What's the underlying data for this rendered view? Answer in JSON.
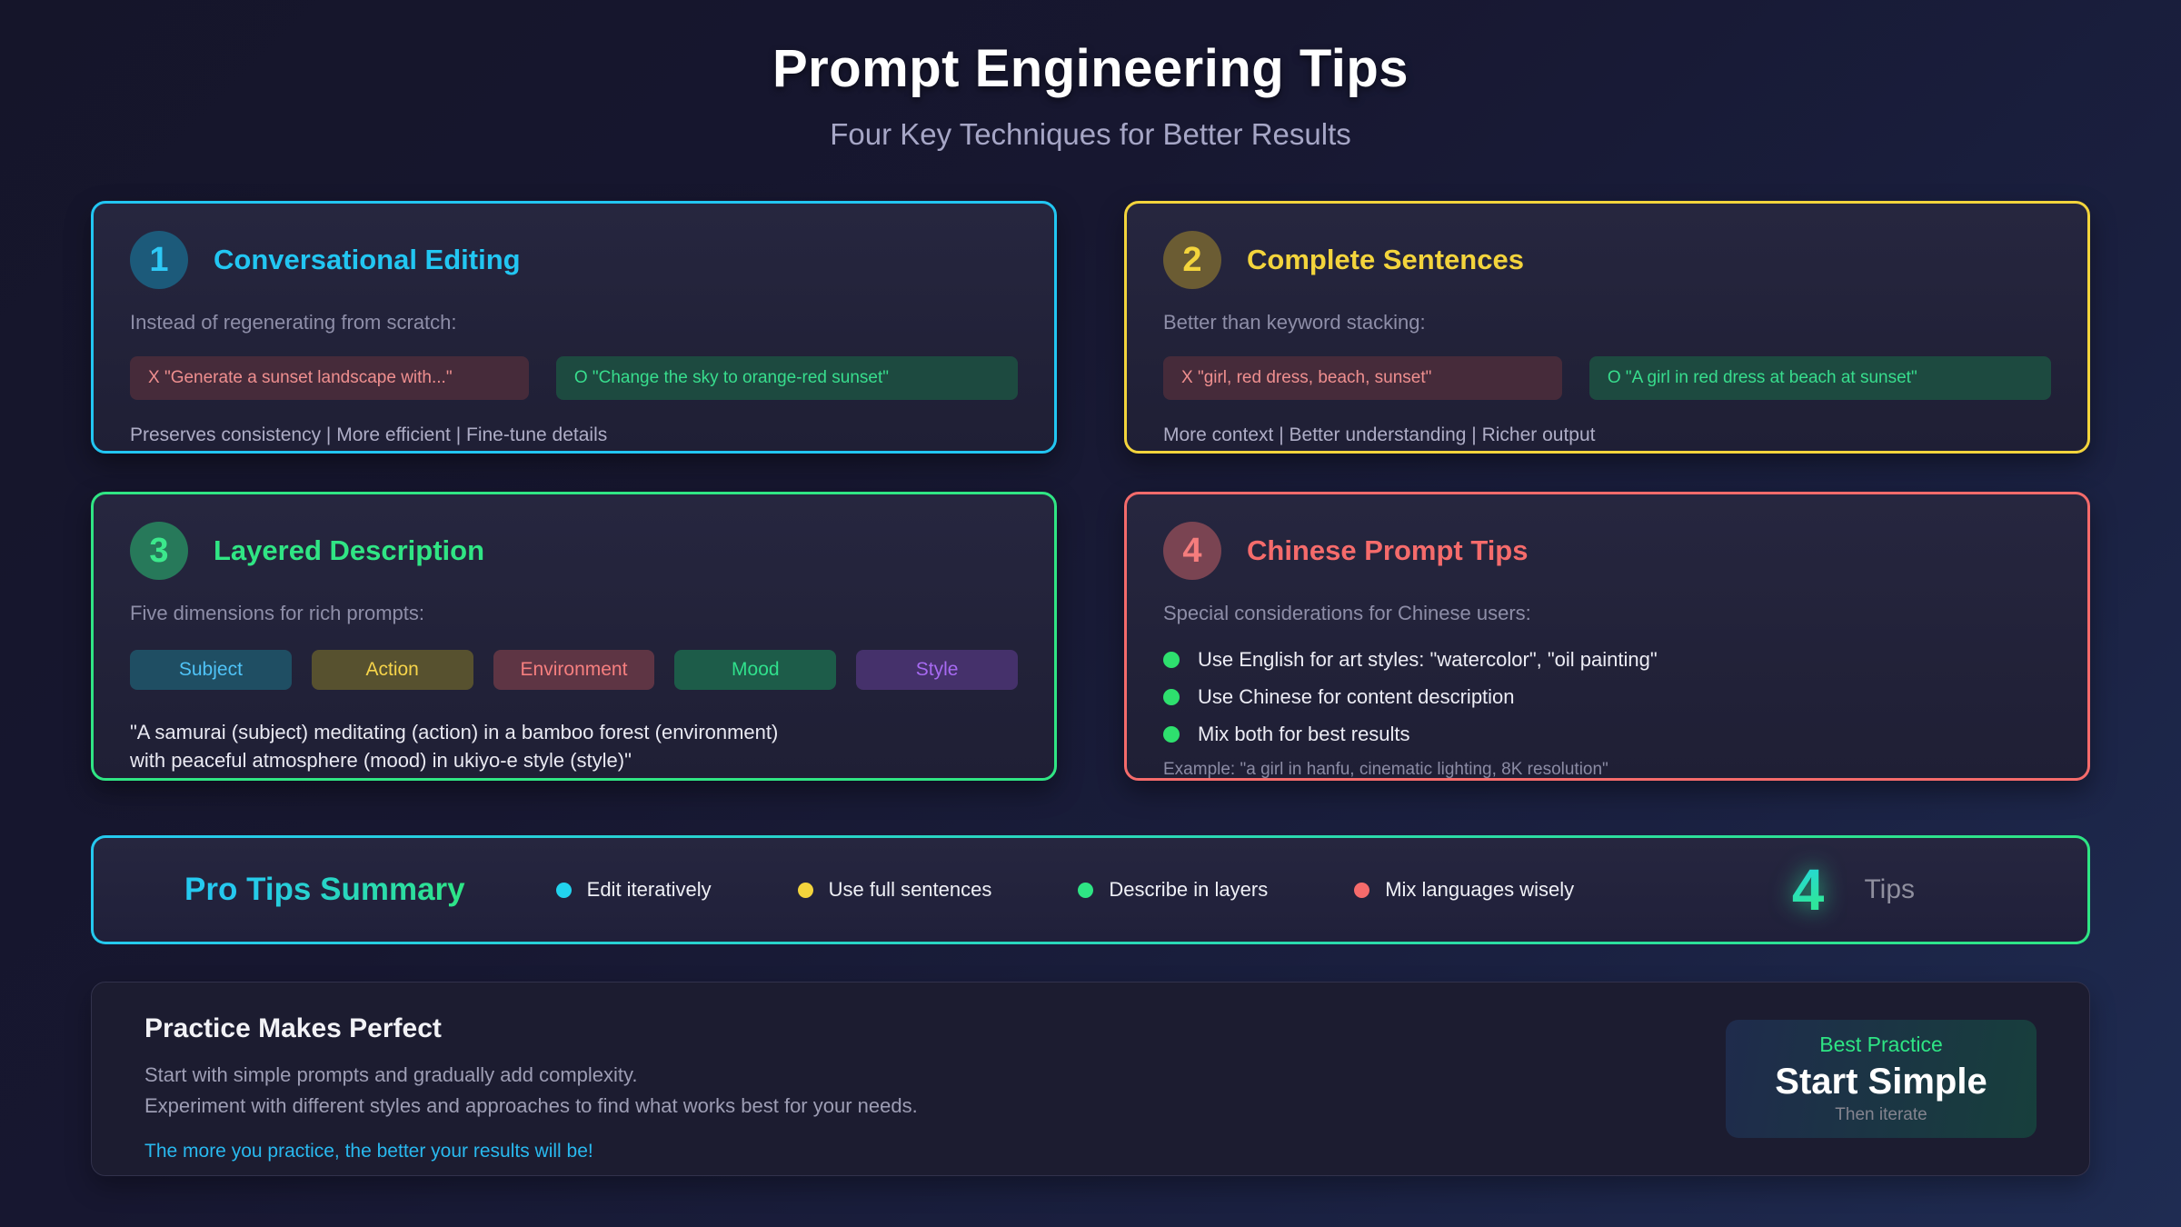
{
  "header": {
    "title": "Prompt Engineering Tips",
    "subtitle": "Four Key Techniques for Better Results"
  },
  "cards": [
    {
      "number": "1",
      "title": "Conversational Editing",
      "description": "Instead of regenerating from scratch:",
      "bad_prompt": "X \"Generate a sunset landscape with...\"",
      "good_prompt": "O \"Change the sky to orange-red sunset\"",
      "features": "Preserves consistency | More efficient | Fine-tune details",
      "accent": "#22c6f2"
    },
    {
      "number": "2",
      "title": "Complete Sentences",
      "description": "Better than keyword stacking:",
      "bad_prompt": "X \"girl, red dress, beach, sunset\"",
      "good_prompt": "O \"A girl in red dress at beach at sunset\"",
      "features": "More context | Better understanding | Richer output",
      "accent": "#f3d43c"
    },
    {
      "number": "3",
      "title": "Layered Description",
      "description": "Five dimensions for rich prompts:",
      "tags": [
        {
          "label": "Subject",
          "bg": "#1f4e63",
          "color": "#4fc3f7"
        },
        {
          "label": "Action",
          "bg": "#57512f",
          "color": "#f6d44a"
        },
        {
          "label": "Environment",
          "bg": "#5e3544",
          "color": "#f67f7f"
        },
        {
          "label": "Mood",
          "bg": "#1d5c49",
          "color": "#30e08c"
        },
        {
          "label": "Style",
          "bg": "#45316b",
          "color": "#a76af2"
        }
      ],
      "quote_line1": "\"A samurai (subject) meditating (action) in a bamboo forest (environment)",
      "quote_line2": "with peaceful atmosphere (mood) in ukiyo-e style (style)\"",
      "accent": "#30e584"
    },
    {
      "number": "4",
      "title": "Chinese Prompt Tips",
      "description": "Special considerations for Chinese users:",
      "bullets": [
        "Use English for art styles: \"watercolor\", \"oil painting\"",
        "Use Chinese for content description",
        "Mix both for best results"
      ],
      "example": "Example: \"a girl in hanfu, cinematic lighting, 8K resolution\"",
      "accent": "#f56b6b"
    }
  ],
  "summary": {
    "title": "Pro Tips Summary",
    "items": [
      {
        "label": "Edit iteratively",
        "color": "#22d3ee"
      },
      {
        "label": "Use full sentences",
        "color": "#f3d43c"
      },
      {
        "label": "Describe in layers",
        "color": "#2ee584"
      },
      {
        "label": "Mix languages wisely",
        "color": "#f56b6b"
      }
    ],
    "count": "4",
    "count_label": "Tips"
  },
  "practice": {
    "title": "Practice Makes Perfect",
    "line1": "Start with simple prompts and gradually add complexity.",
    "line2": "Experiment with different styles and approaches to find what works best for your needs.",
    "highlight": "The more you practice, the better your results will be!",
    "best": {
      "label": "Best Practice",
      "title": "Start Simple",
      "subtitle": "Then iterate"
    }
  },
  "colors": {
    "accent_cyan": "#22c6f2",
    "accent_yellow": "#f3d43c",
    "accent_green": "#2ee584",
    "accent_red": "#f56b6b",
    "highlight_blue": "#29b9ef"
  }
}
